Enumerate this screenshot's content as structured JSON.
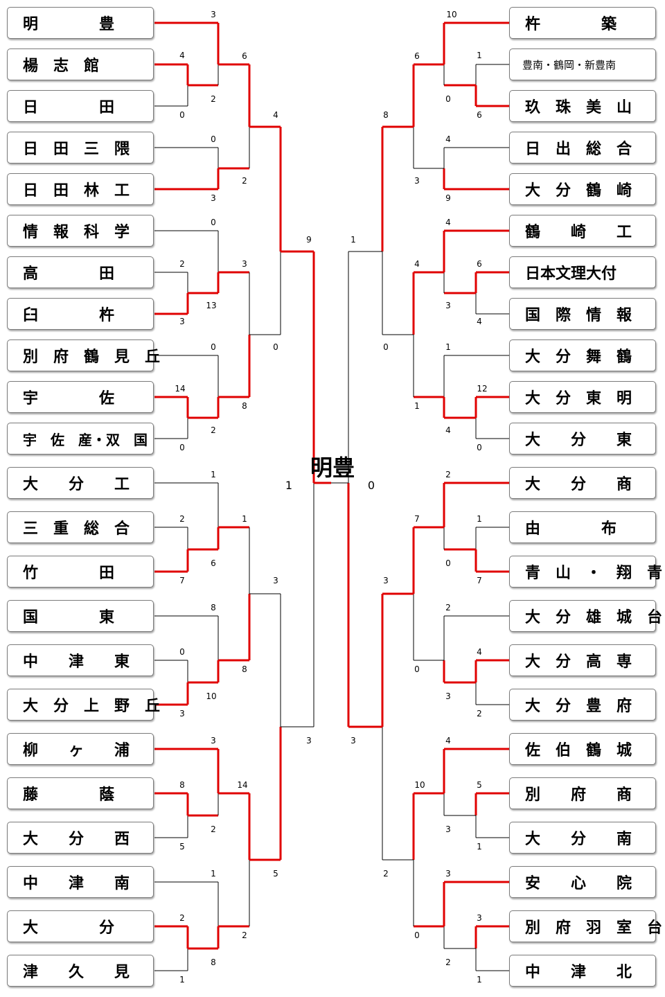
{
  "champion": "明豊",
  "final_scores": {
    "left": "1",
    "right": "0"
  },
  "left_teams": [
    "明　　　　豊",
    "楊　志　館",
    "日　　　　田",
    "日　田　三　隈",
    "日　田　林　工",
    "情　報　科　学",
    "高　　　　田",
    "臼　　　　杵",
    "別　府　鶴　見　丘",
    "宇　　　　佐",
    "宇　佐　産・双　国",
    "大　　分　　工",
    "三　重　総　合",
    "竹　　　　田",
    "国　　　　東",
    "中　　津　　東",
    "大　分　上　野　丘",
    "柳　　ヶ　　浦",
    "藤　　　　蔭",
    "大　　分　　西",
    "中　　津　　南",
    "大　　　　分",
    "津　　久　　見"
  ],
  "right_teams": [
    "杵　　　　築",
    "豊南・鶴岡・新豊南",
    "玖　珠　美　山",
    "日　出　総　合",
    "大　分　鶴　崎",
    "鶴　　崎　　工",
    "日本文理大付",
    "国　際　情　報",
    "大　分　舞　鶴",
    "大　分　東　明",
    "大　　分　　東",
    "大　　分　　商",
    "由　　　　布",
    "青　山　・　翔　青",
    "大　分　雄　城　台",
    "大　分　高　専",
    "大　分　豊　府",
    "佐　伯　鶴　城",
    "別　　府　　商",
    "大　　分　　南",
    "安　　心　　院",
    "別　府　羽　室　台",
    "中　　津　　北"
  ],
  "colors": {
    "win_line": "#e00000",
    "lose_line": "#000000",
    "box_border": "#7a7a7a"
  },
  "scores": {
    "L": [
      [
        "3"
      ],
      [
        "4",
        "2",
        "0"
      ],
      [
        "0"
      ],
      [
        "3"
      ],
      [
        "0"
      ],
      [
        "2",
        "13",
        "3"
      ],
      [
        "0"
      ],
      [
        "14",
        "2",
        "0"
      ],
      [
        "1"
      ],
      [
        "2",
        "6",
        "7"
      ],
      [
        "8"
      ],
      [
        "0",
        "10",
        "3"
      ],
      [
        "3"
      ],
      [
        "8",
        "2",
        "5"
      ],
      [
        "1"
      ],
      [
        "2",
        "8",
        "1"
      ]
    ],
    "L2": [
      [
        "6",
        "2"
      ],
      [
        "3",
        "8"
      ],
      [
        "1",
        "8"
      ],
      [
        "14",
        "2"
      ]
    ],
    "L3": [
      [
        "4",
        "0"
      ],
      [
        "3",
        "5"
      ]
    ],
    "L4": [
      [
        "9",
        "3"
      ]
    ],
    "R": [
      [
        "10"
      ],
      [
        "1",
        "6",
        "0"
      ],
      [
        "4"
      ],
      [
        "9"
      ],
      [
        "4"
      ],
      [
        "6",
        "3",
        "4"
      ],
      [
        "1"
      ],
      [
        "12",
        "4",
        "0"
      ],
      [
        "2"
      ],
      [
        "1",
        "0",
        "7"
      ],
      [
        "2"
      ],
      [
        "4",
        "3",
        "2"
      ],
      [
        "4"
      ],
      [
        "5",
        "3",
        "1"
      ],
      [
        "3"
      ],
      [
        "3",
        "2",
        "1"
      ]
    ],
    "R2": [
      [
        "6",
        "3"
      ],
      [
        "4",
        "1"
      ],
      [
        "7",
        "0"
      ],
      [
        "10",
        "0"
      ]
    ],
    "R3": [
      [
        "8",
        "0"
      ],
      [
        "3",
        "2"
      ]
    ],
    "R4": [
      [
        "1",
        "3"
      ]
    ]
  }
}
